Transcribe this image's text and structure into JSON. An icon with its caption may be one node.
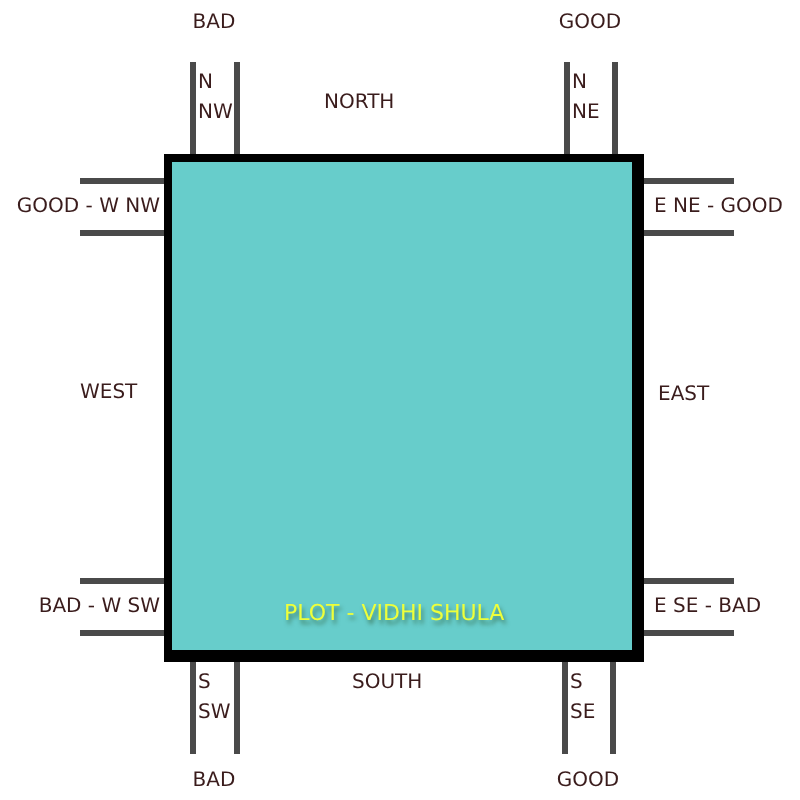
{
  "diagram": {
    "nodes": [
      {
        "text": [
          "PLOT - VIDHI SHULA"
        ]
      },
      {
        "text": [
          "N NW"
        ],
        "beside": [
          "BAD"
        ]
      },
      {
        "text": [
          "N NE"
        ],
        "beside": [
          "GOOD"
        ]
      },
      {
        "text": [
          "GOOD - W NW"
        ]
      },
      {
        "text": [
          "E NE - GOOD"
        ]
      },
      {
        "text": [
          "BAD - W SW"
        ]
      },
      {
        "text": [
          "E SE - BAD"
        ]
      },
      {
        "text": [
          "S SW"
        ],
        "beside": [
          "BAD"
        ]
      },
      {
        "text": [
          "S SE"
        ],
        "beside": [
          "GOOD"
        ]
      }
    ],
    "labels": [
      "NORTH",
      "WEST",
      "EAST",
      "SOUTH"
    ]
  }
}
